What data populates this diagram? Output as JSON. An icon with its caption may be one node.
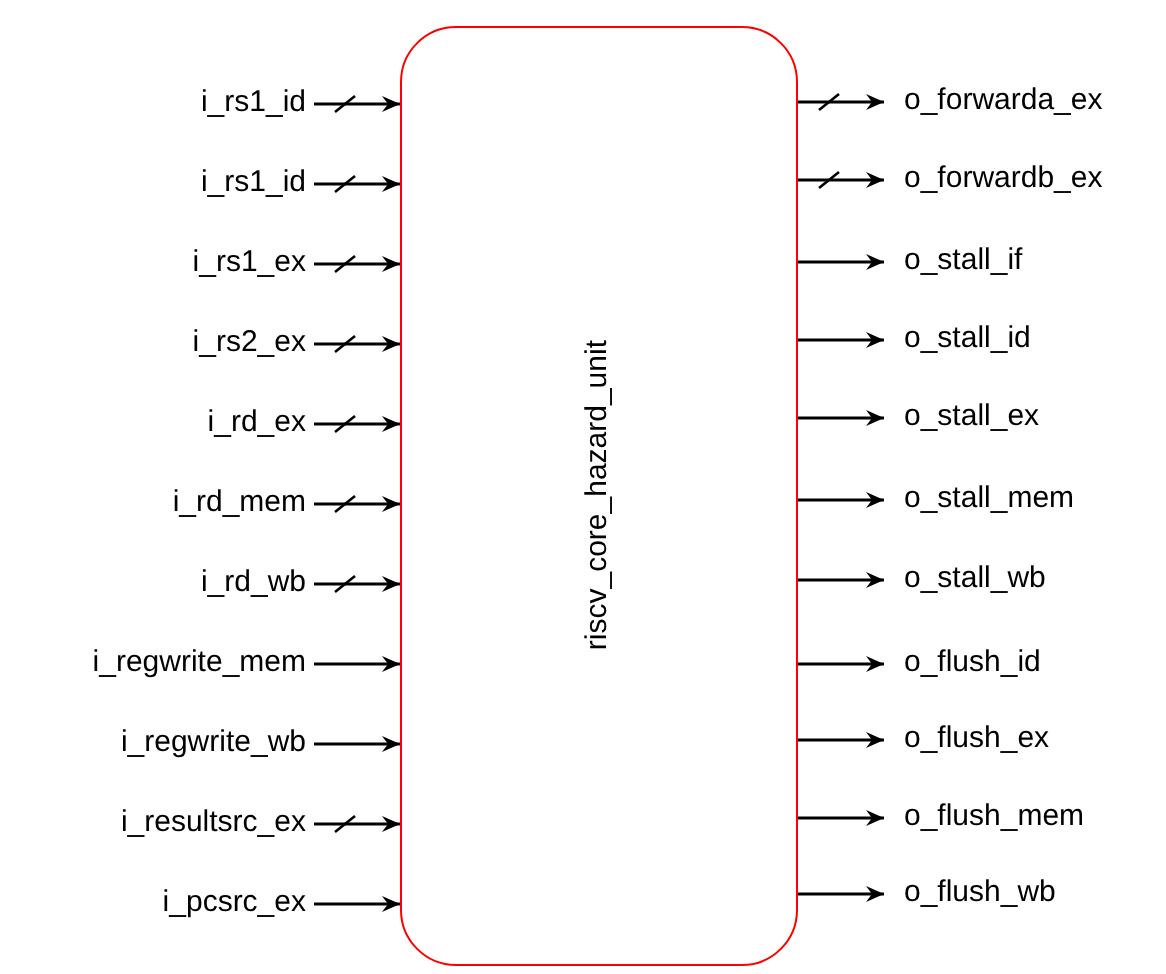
{
  "diagram": {
    "nodes": [
      {
        "text": [
          "riscv_core_hazard_unit"
        ]
      },
      {
        "text": [
          "i_rs1_id"
        ]
      },
      {
        "text": [
          "i_rs1_id"
        ]
      },
      {
        "text": [
          "i_rs1_ex"
        ]
      },
      {
        "text": [
          "i_rs2_ex"
        ]
      },
      {
        "text": [
          "i_rd_ex"
        ]
      },
      {
        "text": [
          "i_rd_mem"
        ]
      },
      {
        "text": [
          "i_rd_wb"
        ]
      },
      {
        "text": [
          "i_regwrite_mem"
        ]
      },
      {
        "text": [
          "i_regwrite_wb"
        ]
      },
      {
        "text": [
          "i_resultsrc_ex"
        ]
      },
      {
        "text": [
          "i_pcsrc_ex"
        ]
      },
      {
        "text": [
          "o_forwarda_ex"
        ]
      },
      {
        "text": [
          "o_forwardb_ex"
        ]
      },
      {
        "text": [
          "o_stall_if"
        ]
      },
      {
        "text": [
          "o_stall_id"
        ]
      },
      {
        "text": [
          "o_stall_ex"
        ]
      },
      {
        "text": [
          "o_stall_mem"
        ]
      },
      {
        "text": [
          "o_stall_wb"
        ]
      },
      {
        "text": [
          "o_flush_id"
        ]
      },
      {
        "text": [
          "o_flush_ex"
        ]
      },
      {
        "text": [
          "o_flush_mem"
        ]
      },
      {
        "text": [
          "o_flush_wb"
        ]
      }
    ],
    "edges": [
      {
        "from": 1,
        "to": 0,
        "arrow": "to"
      },
      {
        "from": 2,
        "to": 0,
        "arrow": "to"
      },
      {
        "from": 3,
        "to": 0,
        "arrow": "to"
      },
      {
        "from": 4,
        "to": 0,
        "arrow": "to"
      },
      {
        "from": 5,
        "to": 0,
        "arrow": "to"
      },
      {
        "from": 6,
        "to": 0,
        "arrow": "to"
      },
      {
        "from": 7,
        "to": 0,
        "arrow": "to"
      },
      {
        "from": 8,
        "to": 0,
        "arrow": "to"
      },
      {
        "from": 9,
        "to": 0,
        "arrow": "to"
      },
      {
        "from": 10,
        "to": 0,
        "arrow": "to"
      },
      {
        "from": 11,
        "to": 0,
        "arrow": "to"
      },
      {
        "from": 0,
        "to": 12,
        "arrow": "to"
      },
      {
        "from": 0,
        "to": 13,
        "arrow": "to"
      },
      {
        "from": 0,
        "to": 14,
        "arrow": "to"
      },
      {
        "from": 0,
        "to": 15,
        "arrow": "to"
      },
      {
        "from": 0,
        "to": 16,
        "arrow": "to"
      },
      {
        "from": 0,
        "to": 17,
        "arrow": "to"
      },
      {
        "from": 0,
        "to": 18,
        "arrow": "to"
      },
      {
        "from": 0,
        "to": 19,
        "arrow": "to"
      },
      {
        "from": 0,
        "to": 20,
        "arrow": "to"
      },
      {
        "from": 0,
        "to": 21,
        "arrow": "to"
      },
      {
        "from": 0,
        "to": 22,
        "arrow": "to"
      }
    ]
  }
}
